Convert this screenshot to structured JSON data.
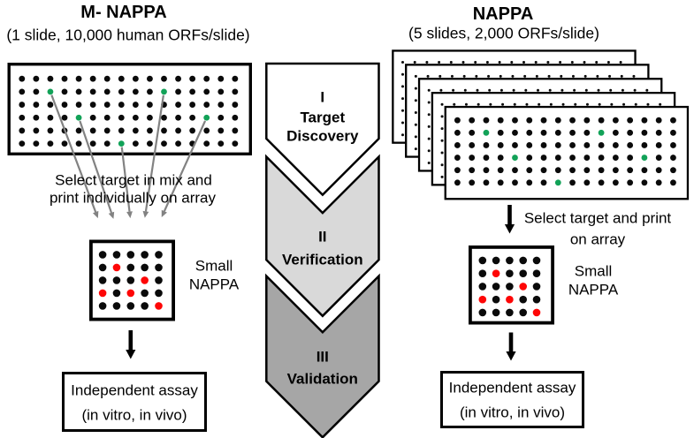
{
  "figure": {
    "left_panel": {
      "title": "M- NAPPA",
      "subtitle": "(1 slide, 10,000 human ORFs/slide)",
      "slide": {
        "dot_rows": 6,
        "dot_cols": 16,
        "green_dots": [
          [
            2,
            3
          ],
          [
            2,
            11
          ],
          [
            4,
            5
          ],
          [
            4,
            14
          ],
          [
            6,
            8
          ]
        ]
      },
      "select_note_line1": "Select target in mix and",
      "select_note_line2": "print individually on array",
      "small_array": {
        "dot_rows": 5,
        "dot_cols": 5,
        "red_dots": [
          [
            2,
            2
          ],
          [
            3,
            4
          ],
          [
            4,
            1
          ],
          [
            4,
            3
          ],
          [
            5,
            5
          ]
        ]
      },
      "small_label_line1": "Small",
      "small_label_line2": "NAPPA",
      "assay_box_line1": "Independent assay",
      "assay_box_line2": "(in vitro, in vivo)"
    },
    "funnel": {
      "steps": [
        {
          "numeral": "I",
          "label": "Target Discovery",
          "fill": "#ffffff"
        },
        {
          "numeral": "II",
          "label": "Verification",
          "fill": "#d9d9d9"
        },
        {
          "numeral": "III",
          "label": "Validation",
          "fill": "#a6a6a6"
        }
      ]
    },
    "right_panel": {
      "title": "NAPPA",
      "subtitle": "(5 slides, 2,000 ORFs/slide)",
      "slide_count": 5,
      "slide": {
        "dot_rows": 6,
        "dot_cols": 16,
        "green_dots": [
          [
            2,
            3
          ],
          [
            2,
            11
          ],
          [
            4,
            5
          ],
          [
            4,
            14
          ],
          [
            6,
            8
          ]
        ]
      },
      "select_note_line1": "Select target and print",
      "select_note_line2": "on array",
      "small_array": {
        "dot_rows": 5,
        "dot_cols": 5,
        "red_dots": [
          [
            2,
            2
          ],
          [
            3,
            4
          ],
          [
            4,
            1
          ],
          [
            4,
            3
          ],
          [
            5,
            5
          ]
        ]
      },
      "small_label_line1": "Small",
      "small_label_line2": "NAPPA",
      "assay_box_line1": "Independent assay",
      "assay_box_line2": "(in vitro, in vivo)"
    },
    "colors": {
      "dot_black": "#0a0a0a",
      "dot_green": "#12a258",
      "dot_red": "#fe0606",
      "arrow_gray": "#828282",
      "outline_black": "#000000",
      "step1_fill": "#ffffff",
      "step2_fill": "#d9d9d9",
      "step3_fill": "#a6a6a6"
    }
  }
}
